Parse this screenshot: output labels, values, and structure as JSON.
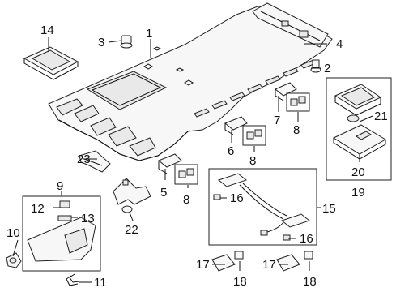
{
  "diagram": {
    "callouts": [
      {
        "id": "c1",
        "text": "1"
      },
      {
        "id": "c2",
        "text": "2"
      },
      {
        "id": "c3",
        "text": "3"
      },
      {
        "id": "c4",
        "text": "4"
      },
      {
        "id": "c5",
        "text": "5"
      },
      {
        "id": "c6",
        "text": "6"
      },
      {
        "id": "c7",
        "text": "7"
      },
      {
        "id": "c8a",
        "text": "8"
      },
      {
        "id": "c8b",
        "text": "8"
      },
      {
        "id": "c8c",
        "text": "8"
      },
      {
        "id": "c9",
        "text": "9"
      },
      {
        "id": "c10",
        "text": "10"
      },
      {
        "id": "c11",
        "text": "11"
      },
      {
        "id": "c12",
        "text": "12"
      },
      {
        "id": "c13",
        "text": "13"
      },
      {
        "id": "c14",
        "text": "14"
      },
      {
        "id": "c15",
        "text": "15"
      },
      {
        "id": "c16a",
        "text": "16"
      },
      {
        "id": "c16b",
        "text": "16"
      },
      {
        "id": "c17a",
        "text": "17"
      },
      {
        "id": "c17b",
        "text": "17"
      },
      {
        "id": "c18a",
        "text": "18"
      },
      {
        "id": "c18b",
        "text": "18"
      },
      {
        "id": "c19",
        "text": "19"
      },
      {
        "id": "c20",
        "text": "20"
      },
      {
        "id": "c21",
        "text": "21"
      },
      {
        "id": "c22",
        "text": "22"
      },
      {
        "id": "c23",
        "text": "23"
      }
    ]
  }
}
